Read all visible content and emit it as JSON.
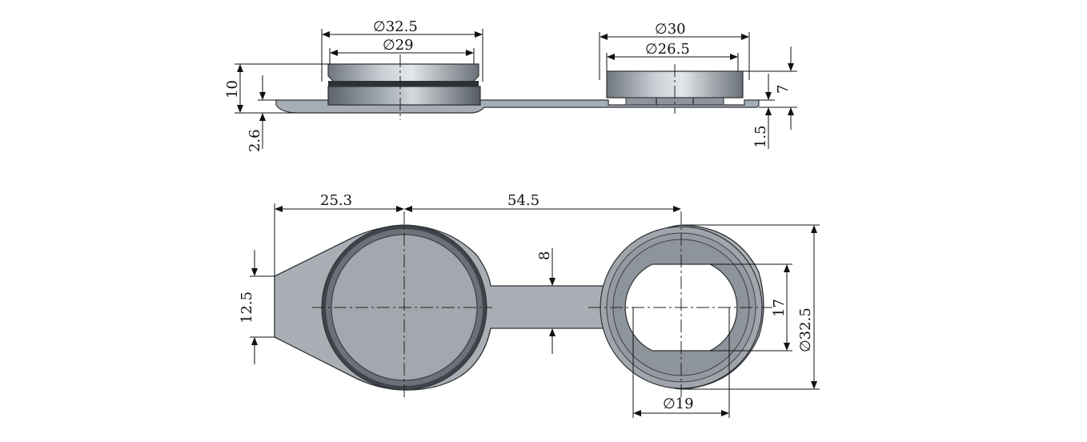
{
  "dimensions": {
    "top_left_outer_dia": "32.5",
    "top_left_inner_dia": "29",
    "top_right_outer_dia": "30",
    "top_right_inner_dia": "26.5",
    "height_total": "10",
    "plate_thickness": "2.6",
    "right_height": "7",
    "right_plate": "1.5",
    "length_left": "25.3",
    "length_center": "54.5",
    "width_tab": "12.5",
    "strap_width": "8",
    "hole_flat": "17",
    "right_outer_dia_plan": "32.5",
    "hole_dia": "19"
  },
  "symbols": {
    "diameter": "∅"
  },
  "colors": {
    "metal_light": "#c9ced4",
    "metal_mid": "#9aa1a8",
    "metal_dark": "#5c636b",
    "line": "#111111"
  }
}
